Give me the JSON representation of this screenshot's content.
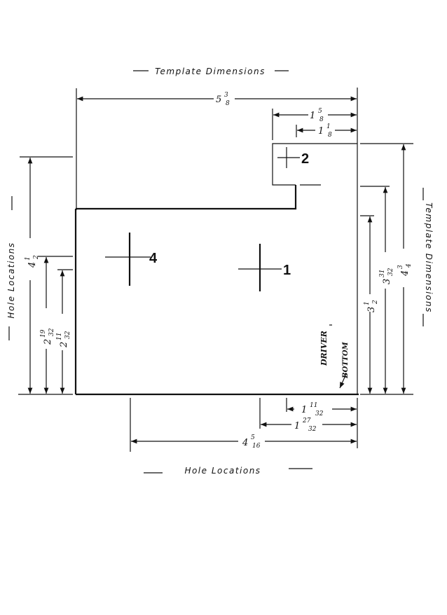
{
  "labels": {
    "template_dimensions_top": "Template Dimensions",
    "template_dimensions_right": "Template Dimensions",
    "hole_locations_left": "Hole Locations",
    "hole_locations_bottom": "Hole Locations",
    "driver": "DRIVER",
    "bottom": "BOTTOM"
  },
  "holes": {
    "hole_1": "1",
    "hole_2": "2",
    "hole_4": "4"
  },
  "dimensions": {
    "overall_width": {
      "whole": "5",
      "num": "3",
      "den": "8"
    },
    "notch_outer": {
      "whole": "1",
      "num": "5",
      "den": "8"
    },
    "notch_inner": {
      "whole": "1",
      "num": "1",
      "den": "8"
    },
    "right_height_outer": {
      "whole": "4",
      "num": "3",
      "den": "4"
    },
    "right_height_mid": {
      "whole": "3",
      "num": "31",
      "den": "32"
    },
    "right_height_inner": {
      "whole": "3",
      "num": "1",
      "den": "2"
    },
    "left_hole_height": {
      "whole": "4",
      "num": "1",
      "den": "2"
    },
    "left_hole_mid": {
      "whole": "2",
      "num": "19",
      "den": "32"
    },
    "left_hole_inner": {
      "whole": "2",
      "num": "11",
      "den": "32"
    },
    "bottom_hole_short": {
      "whole": "1",
      "num": "11",
      "den": "32"
    },
    "bottom_hole_mid": {
      "whole": "1",
      "num": "27",
      "den": "32"
    },
    "bottom_hole_long": {
      "whole": "4",
      "num": "5",
      "den": "16"
    }
  }
}
